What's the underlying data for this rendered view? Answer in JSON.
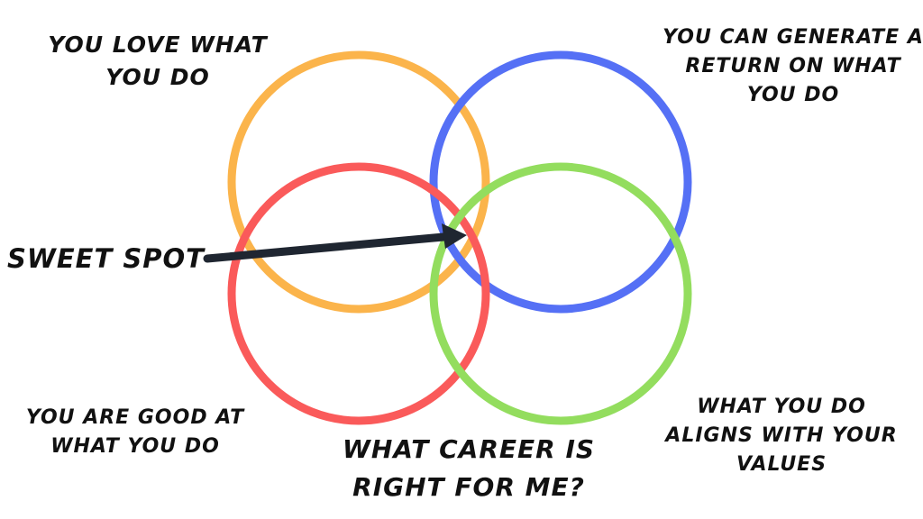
{
  "labels": {
    "love": "You Love What You Do",
    "return": "you can generate a return on what you do",
    "sweet_spot": "Sweet spot",
    "good": "You Are good at what you do",
    "values": "What you do aligns with your values",
    "question": "What career is right for Me?"
  },
  "colors": {
    "love_circle": "#FBB44B",
    "return_circle": "#5570F5",
    "good_circle": "#FA5A5A",
    "values_circle": "#93DD5E",
    "arrow": "#1F2631",
    "text": "#111111"
  }
}
